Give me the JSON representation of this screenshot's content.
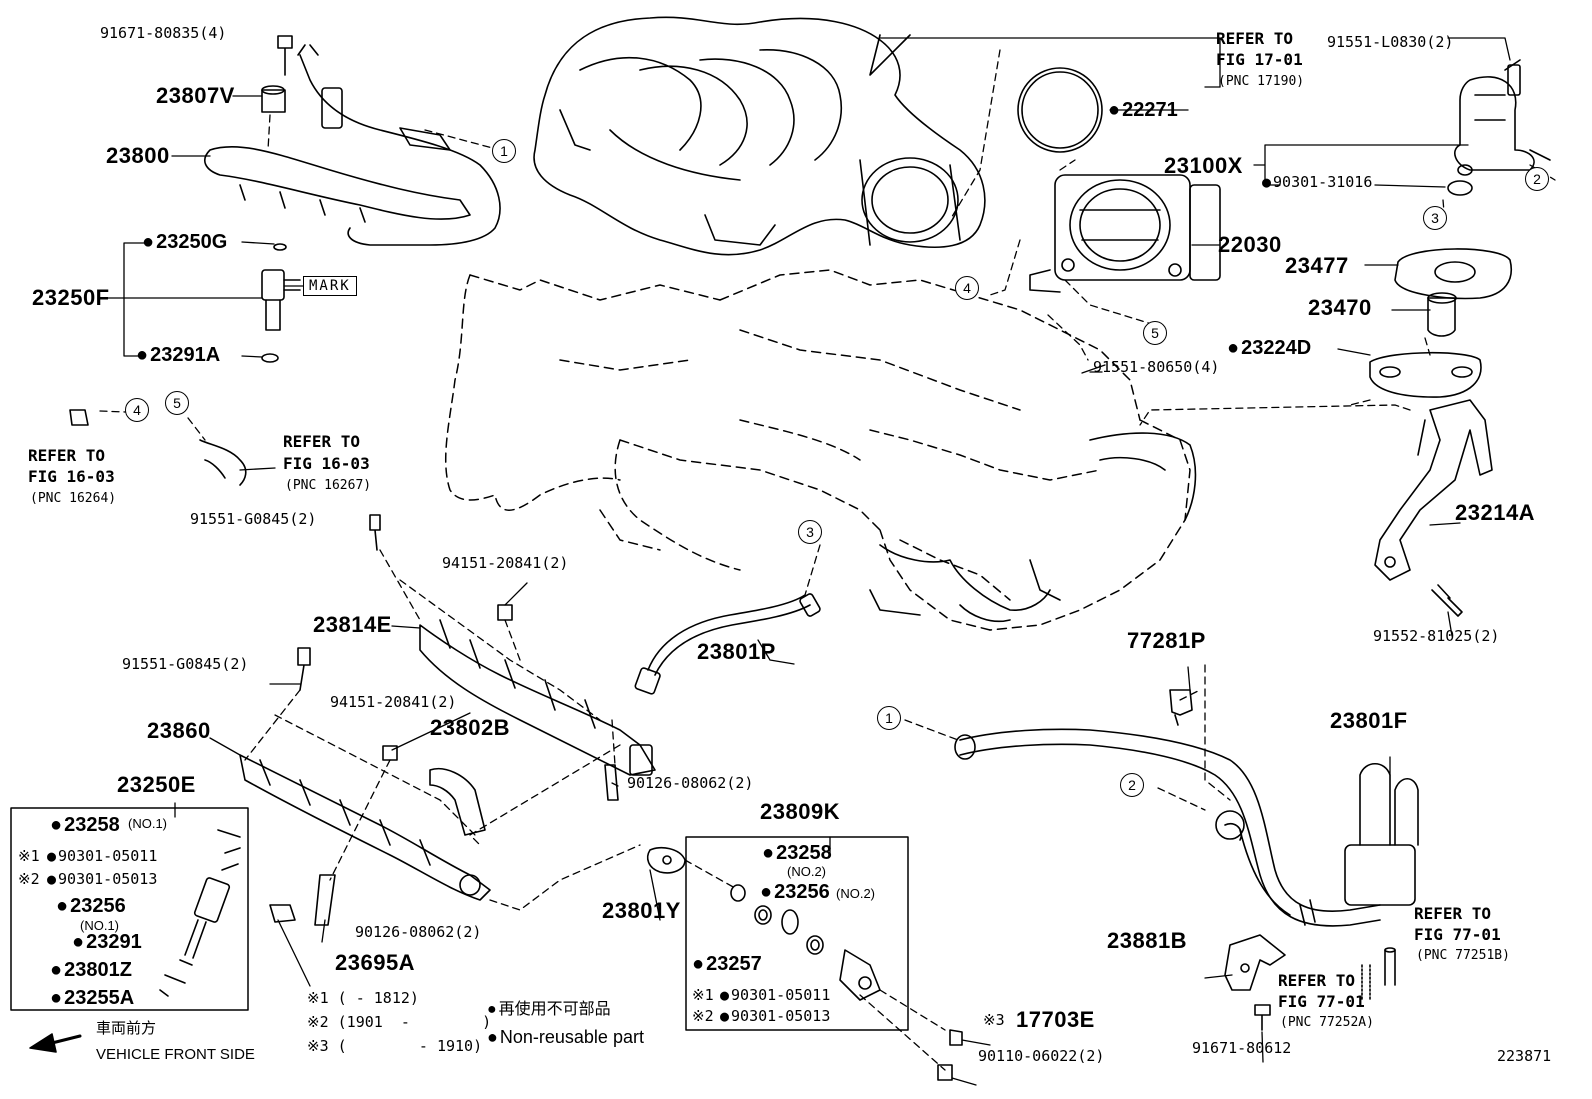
{
  "colors": {
    "ink": "#000000",
    "paper": "#ffffff"
  },
  "parts": {
    "p91671_80835": "91671-80835(4)",
    "p23807V": "23807V",
    "p23800": "23800",
    "p23250G": "23250G",
    "p23250F": "23250F",
    "mark": "MARK",
    "p23291A": "23291A",
    "p91551_G0845_top": "91551-G0845(2)",
    "p94151_20841_top": "94151-20841(2)",
    "p23814E": "23814E",
    "p91551_G0845_low": "91551-G0845(2)",
    "p94151_20841_low": "94151-20841(2)",
    "p23802B": "23802B",
    "p23860": "23860",
    "p23801P": "23801P",
    "p90126_08062_a": "90126-08062(2)",
    "p90126_08062_b": "90126-08062(2)",
    "p23695A": "23695A",
    "p23801Y": "23801Y",
    "p23809K": "23809K",
    "p22271": "22271",
    "p22030": "22030",
    "p91551_80650": "91551-80650(4)",
    "p91551_L0830": "91551-L0830(2)",
    "p23100X": "23100X",
    "p90301_31016": "90301-31016",
    "p23477": "23477",
    "p23470": "23470",
    "p23224D": "23224D",
    "p23214A": "23214A",
    "p91552_81025": "91552-81025(2)",
    "p77281P": "77281P",
    "p23801F": "23801F",
    "p23881B": "23881B",
    "p91671_80612": "91671-80612",
    "p17703E": "17703E",
    "p90110_06022": "90110-06022(2)",
    "diagram_id": "223871"
  },
  "box_left": {
    "title": "23250E",
    "r1": "23258",
    "r1s": "(NO.1)",
    "r2p": "※1",
    "r2": "90301-05011",
    "r3p": "※2",
    "r3": "90301-05013",
    "r4": "23256",
    "r4s": "(NO.1)",
    "r5": "23291",
    "r6": "23801Z",
    "r7": "23255A"
  },
  "box_right": {
    "r1": "23258",
    "r1s": "(NO.2)",
    "r2": "23256",
    "r2s": "(NO.2)",
    "r3": "23257",
    "r4p": "※1",
    "r4": "90301-05011",
    "r5p": "※2",
    "r5": "90301-05013"
  },
  "refs": {
    "fig1701_a": "REFER TO",
    "fig1701_b": "FIG 17-01",
    "fig1701_c": "(PNC 17190)",
    "fig1603a_a": "REFER TO",
    "fig1603a_b": "FIG 16-03",
    "fig1603a_c": "(PNC 16264)",
    "fig1603b_a": "REFER TO",
    "fig1603b_b": "FIG 16-03",
    "fig1603b_c": "(PNC 16267)",
    "fig7701a_a": "REFER TO",
    "fig7701a_b": "FIG 77-01",
    "fig7701a_c": "(PNC 77251B)",
    "fig7701b_a": "REFER TO",
    "fig7701b_b": "FIG 77-01",
    "fig7701b_c": "(PNC 77252A)"
  },
  "notes": {
    "n1": "※1 (        - 1812)",
    "n2": "※2 (1901  -        )",
    "n3": "※3 (        - 1910)",
    "n17703_prefix": "※3",
    "legend_jp": "再使用不可部品",
    "legend_en": "Non-reusable part",
    "front_jp": "車両前方",
    "front_en": "VEHICLE FRONT SIDE"
  },
  "callouts": {
    "c1": "1",
    "c2": "2",
    "c3": "3",
    "c4": "4",
    "c5": "5"
  }
}
